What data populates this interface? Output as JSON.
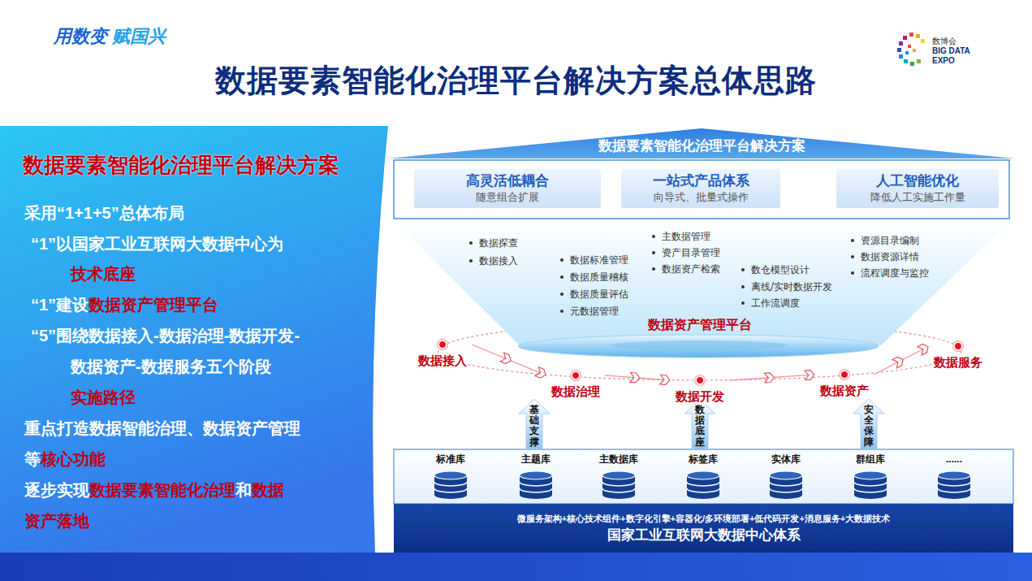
{
  "diagram": {
    "title": "数据要素智能化治理平台解决方案总体思路",
    "nodes": [
      {
        "text": [
          "数据要素智能化治理平台解决方案",
          "采用“1+1+5”总体布局",
          "“1”以国家工业互联网大数据中心为",
          "技术底座",
          "“1”建设",
          "数据资产管理平台",
          "“5”围绕数据接入-数据治理-数据开发-数据资产-数据服务五个阶段",
          "实施路径",
          "重点打造数据智能治理、数据资产管理等",
          "核心功能",
          "逐步实现",
          "数据要素智能化治理",
          "和",
          "数据资产落地"
        ]
      },
      {
        "text": [
          "数据要素智能化治理平台解决方案"
        ]
      },
      {
        "text": [
          "高灵活低耦合",
          "随意组合扩展"
        ],
        "in": 1
      },
      {
        "text": [
          "一站式产品体系",
          "向导式、批量式操作"
        ],
        "in": 1
      },
      {
        "text": [
          "人工智能优化",
          "降低人工实施工作量"
        ],
        "in": 1
      },
      {
        "text": [
          "数据资产管理平台"
        ]
      },
      {
        "text": [
          "数据接入"
        ]
      },
      {
        "text": [
          "数据治理"
        ]
      },
      {
        "text": [
          "数据开发"
        ]
      },
      {
        "text": [
          "数据资产"
        ]
      },
      {
        "text": [
          "数据服务"
        ]
      },
      {
        "text": [
          "基础支撑"
        ]
      },
      {
        "text": [
          "数据底座"
        ]
      },
      {
        "text": [
          "安全保障"
        ]
      },
      {
        "text": [
          "标准库"
        ]
      },
      {
        "text": [
          "主题库"
        ]
      },
      {
        "text": [
          "主数据库"
        ]
      },
      {
        "text": [
          "标签库"
        ]
      },
      {
        "text": [
          "实体库"
        ]
      },
      {
        "text": [
          "群组库"
        ]
      },
      {
        "text": [
          "......"
        ]
      },
      {
        "text": [
          "微服务架构+核心技术组件+数字化引擎+容器化/多环境部署+低代码开发+消息服务+大数据技术",
          "国家工业互联网大数据中心体系"
        ]
      }
    ],
    "edges": [
      {
        "from": 6,
        "to": 7,
        "arrow": "to"
      },
      {
        "from": 7,
        "to": 8,
        "arrow": "to"
      },
      {
        "from": 8,
        "to": 9,
        "arrow": "to"
      },
      {
        "from": 9,
        "to": 10,
        "arrow": "to"
      }
    ],
    "labels": [
      "用数变",
      "赋国兴",
      "数博会",
      "BIG DATA",
      "EXPO",
      "数据探查",
      "数据接入",
      "数据标准管理",
      "数据质量稽核",
      "数据质量评估",
      "元数据管理",
      "主数据管理",
      "资产目录管理",
      "数据资产检索",
      "数仓模型设计",
      "离线/实时数据开发",
      "工作流调度",
      "资源目录编制",
      "数据资源详情",
      "流程调度与监控"
    ]
  }
}
